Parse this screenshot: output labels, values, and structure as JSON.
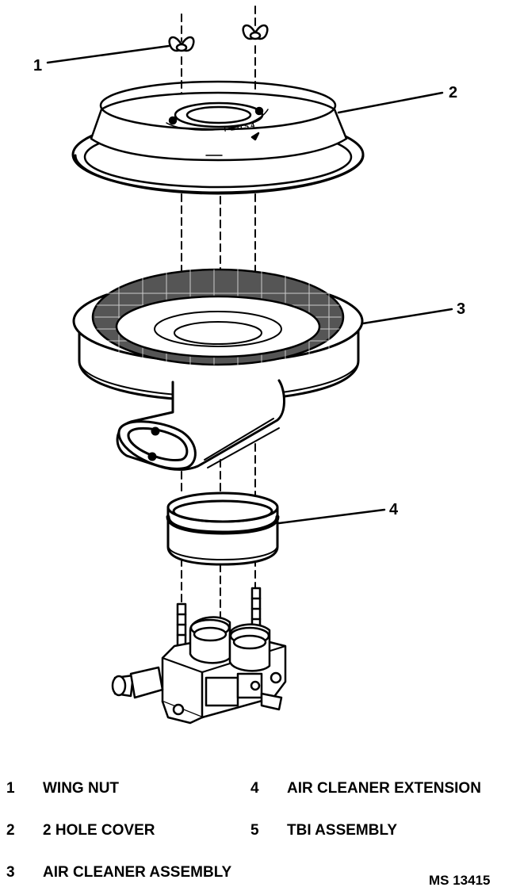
{
  "callouts": [
    "1",
    "2",
    "3",
    "4"
  ],
  "cover_text": "F E D S 4",
  "legend": [
    {
      "num": "1",
      "label": "WING NUT"
    },
    {
      "num": "2",
      "label": "2 HOLE COVER"
    },
    {
      "num": "3",
      "label": "AIR CLEANER ASSEMBLY"
    },
    {
      "num": "4",
      "label": "AIR CLEANER EXTENSION"
    },
    {
      "num": "5",
      "label": "TBI ASSEMBLY"
    }
  ],
  "figure_id": "MS 13415"
}
